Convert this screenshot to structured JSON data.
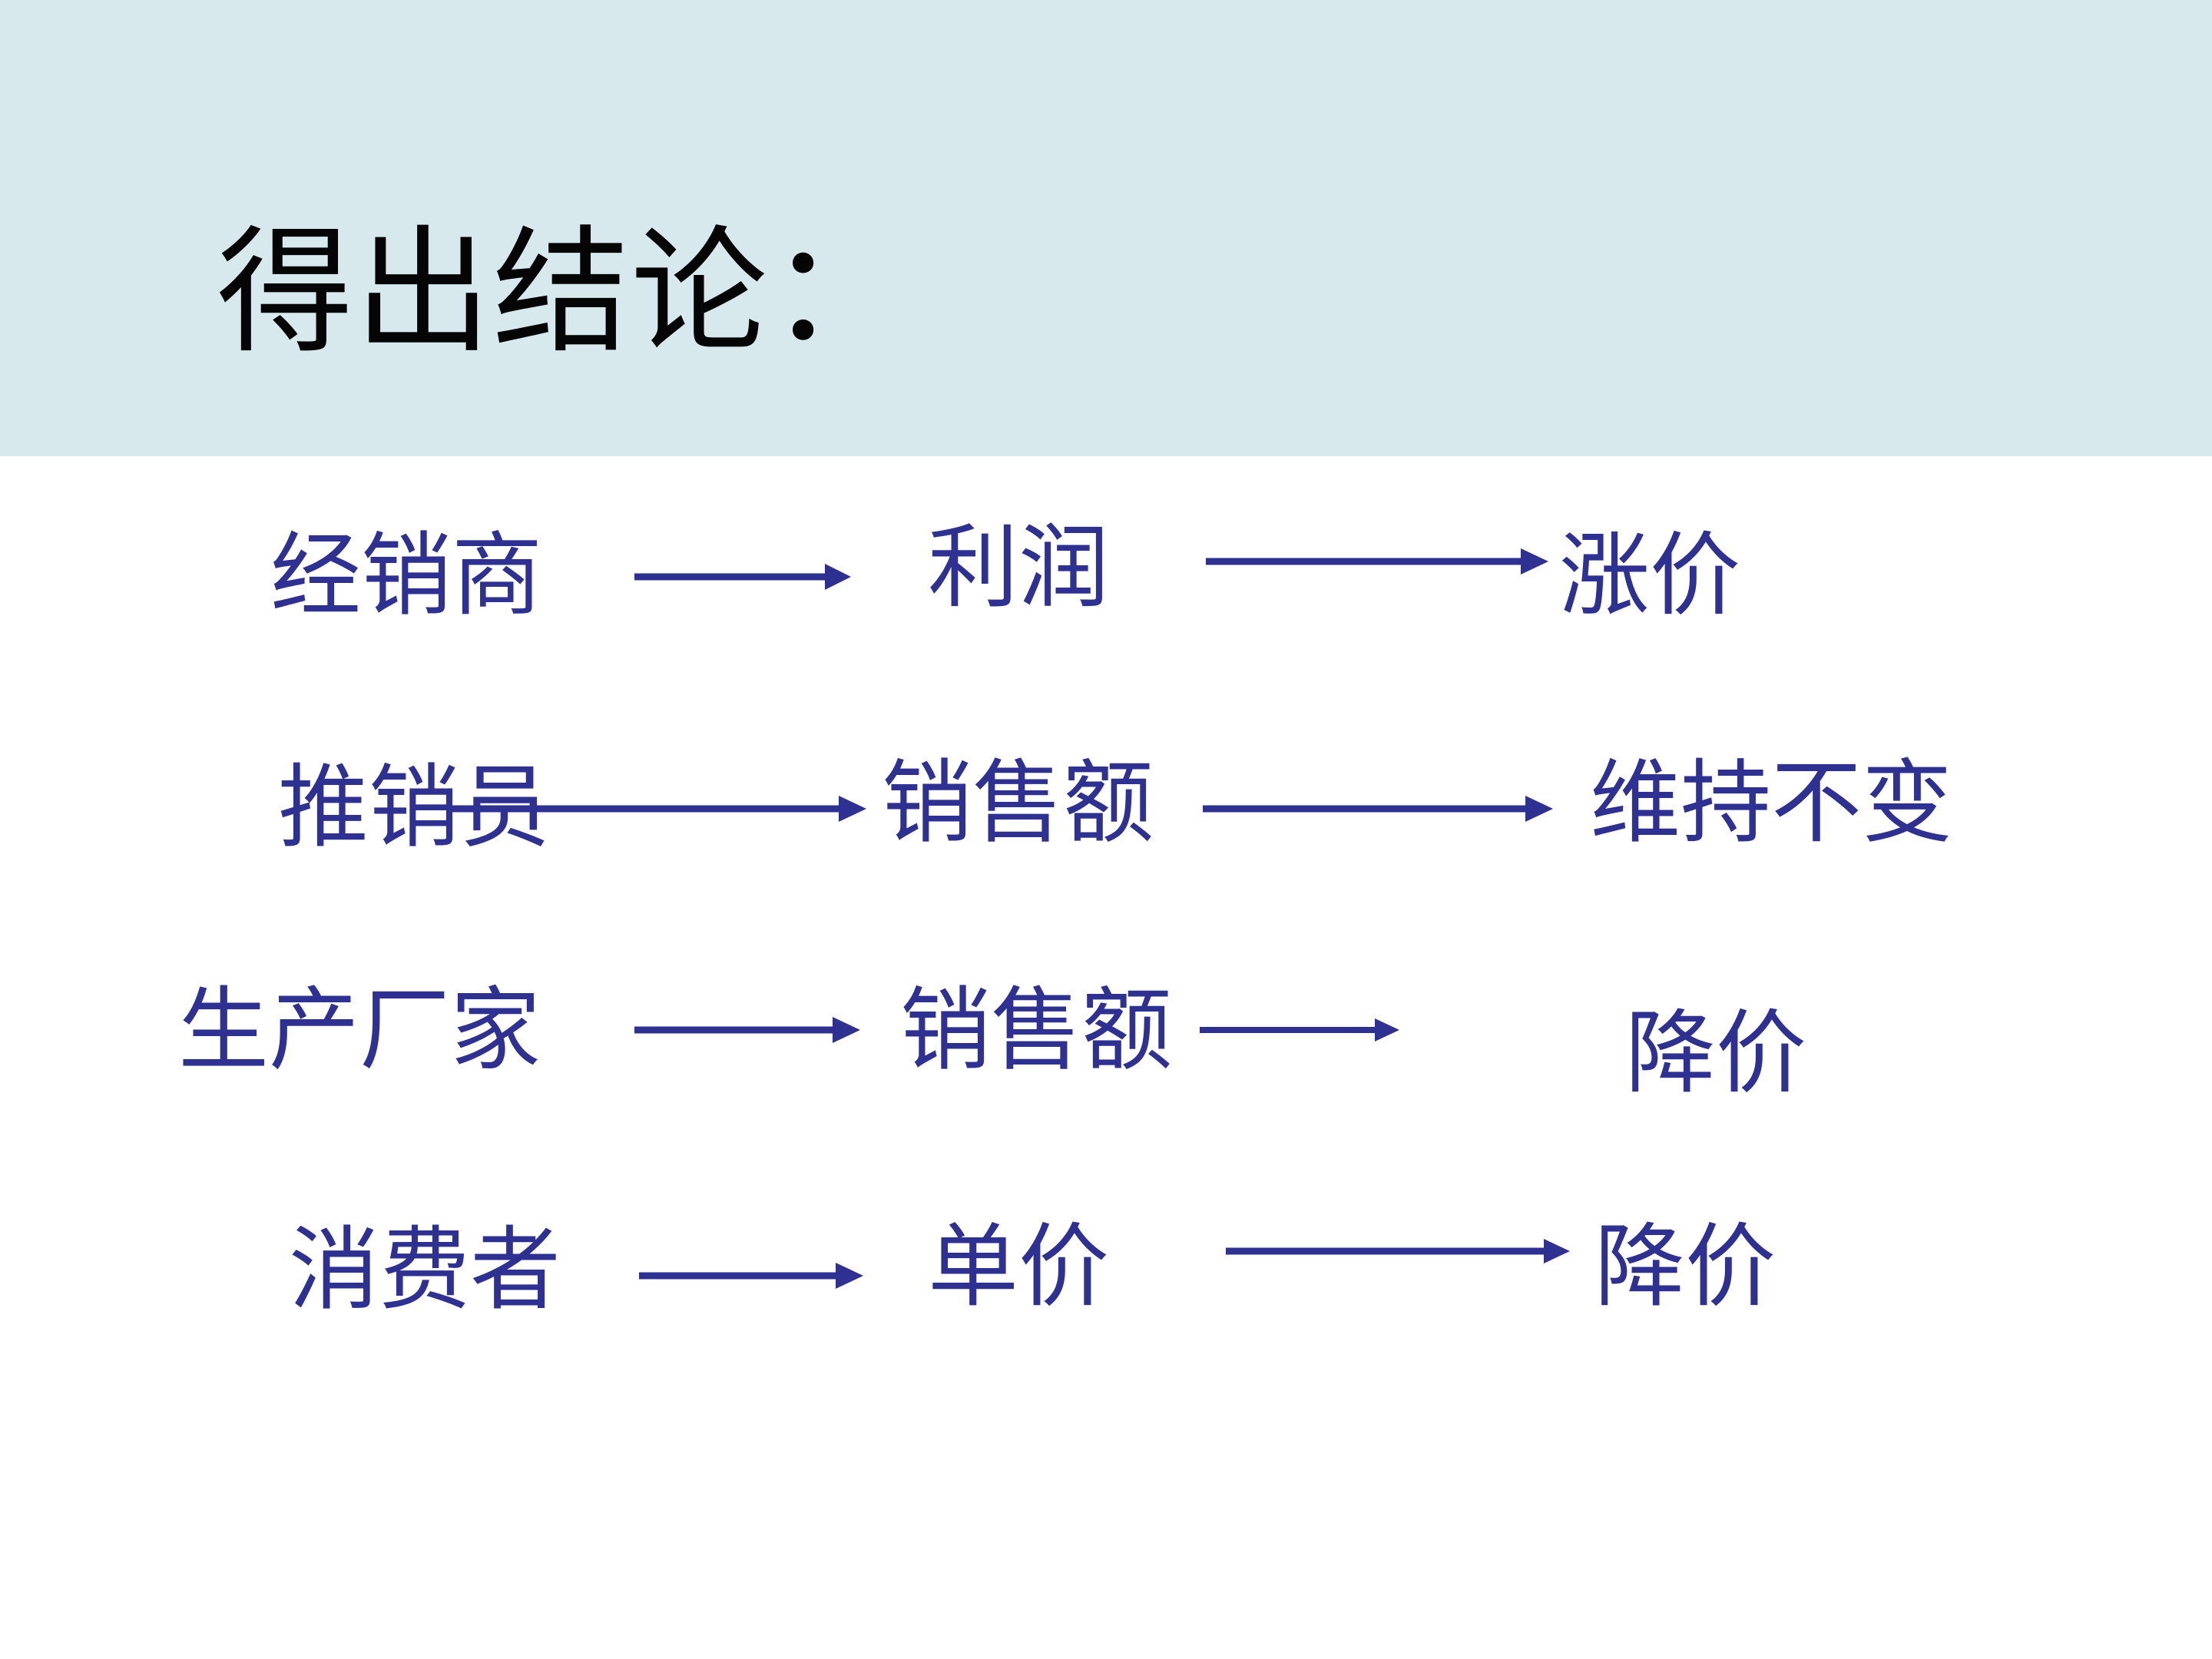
{
  "slide": {
    "title": "得出结论：",
    "title_color": "#050505",
    "header_band_color": "#d7e9ec",
    "background_color": "#ffffff",
    "node_text_color": "#2e3192",
    "arrow_color": "#2e3192"
  },
  "flow": {
    "arrow_glyph": "arrow-right-icon",
    "rows": [
      {
        "id": "row-1",
        "source": "经销商",
        "middle": "利润",
        "result": "涨价"
      },
      {
        "id": "row-2",
        "source": "推销员",
        "middle": "销售额",
        "result": "维持不变"
      },
      {
        "id": "row-3",
        "source": "生产厂家",
        "middle": "销售额",
        "result": "降价"
      },
      {
        "id": "row-4",
        "source": "消费者",
        "middle": "单价",
        "result": "降价"
      }
    ]
  }
}
